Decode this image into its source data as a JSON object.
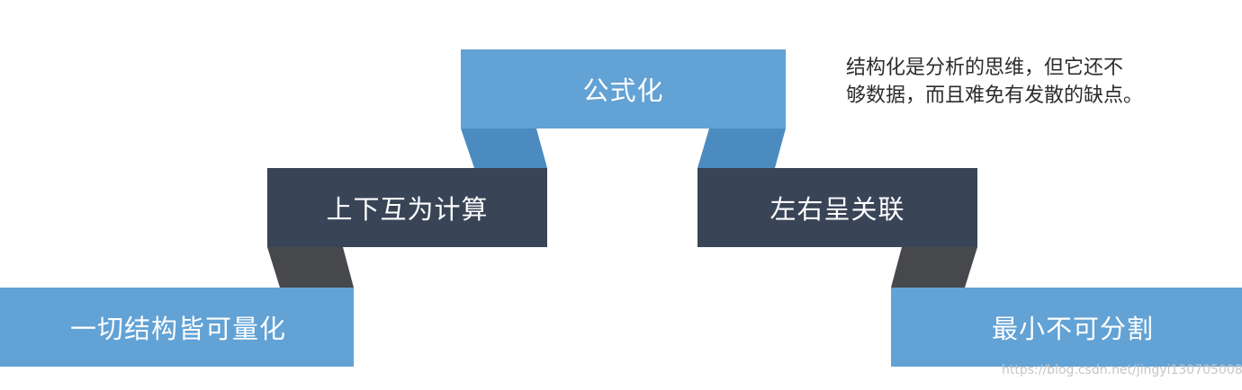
{
  "diagram": {
    "steps": {
      "top": "公式化",
      "middle_left": "上下互为计算",
      "middle_right": "左右呈关联",
      "bottom_left": "一切结构皆可量化",
      "bottom_right": "最小不可分割"
    },
    "note_lines": [
      "结构化是分析的思维，但它还不",
      "够数据，而且难免有发散的缺点。"
    ],
    "watermark": "https://blog.csdn.net/jingyi130705008"
  },
  "colors": {
    "light_blue": "#62a2d5",
    "light_blue_fold": "#4b8bbf",
    "dark_navy": "#394457",
    "dark_fold": "#47484b",
    "note_text": "#2c2c2c",
    "watermark_text": "#c6c6c6"
  }
}
